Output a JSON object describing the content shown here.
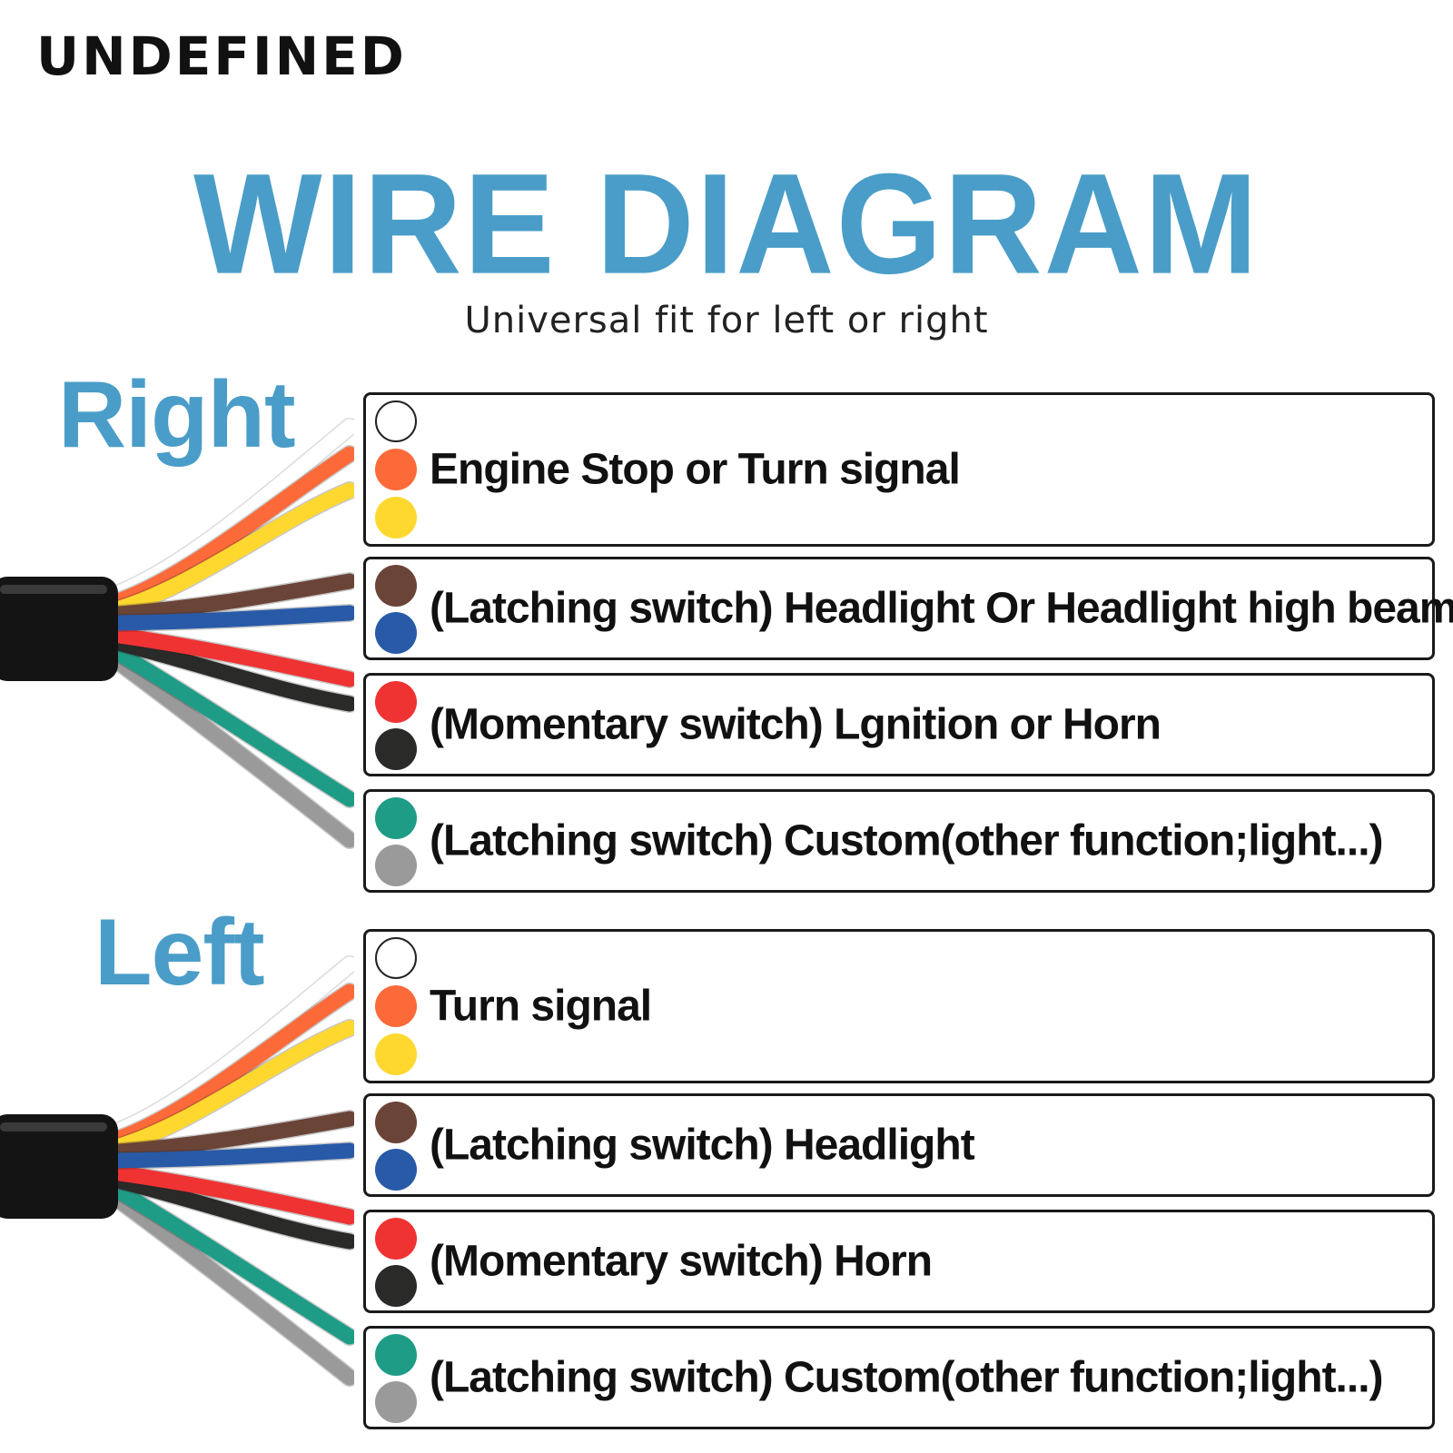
{
  "brand": "UNDEFINED",
  "title": "WIRE DIAGRAM",
  "subtitle": "Universal fit for left or right",
  "colors": {
    "accent": "#4a9dc8",
    "white": "#ffffff",
    "orange": "#fd6a3a",
    "yellow": "#fed82f",
    "brown": "#6b4438",
    "blue": "#285aa8",
    "red": "#ef3333",
    "black": "#2a2a28",
    "green": "#1e9c86",
    "gray": "#9a9a9a"
  },
  "right": {
    "label": "Right",
    "rows": [
      {
        "text": "Engine Stop or Turn signal",
        "wires": [
          "white",
          "orange",
          "yellow"
        ]
      },
      {
        "text": "(Latching switch)  Headlight Or Headlight high beam",
        "wires": [
          "brown",
          "blue"
        ]
      },
      {
        "text": "(Momentary switch) Lgnition or Horn",
        "wires": [
          "red",
          "black"
        ]
      },
      {
        "text": "(Latching switch) Custom(other function;light...)",
        "wires": [
          "green",
          "gray"
        ]
      }
    ]
  },
  "left": {
    "label": "Left",
    "rows": [
      {
        "text": "Turn signal",
        "wires": [
          "white",
          "orange",
          "yellow"
        ]
      },
      {
        "text": "(Latching switch)  Headlight",
        "wires": [
          "brown",
          "blue"
        ]
      },
      {
        "text": "(Momentary switch) Horn",
        "wires": [
          "red",
          "black"
        ]
      },
      {
        "text": "(Latching switch) Custom(other function;light...)",
        "wires": [
          "green",
          "gray"
        ]
      }
    ]
  }
}
